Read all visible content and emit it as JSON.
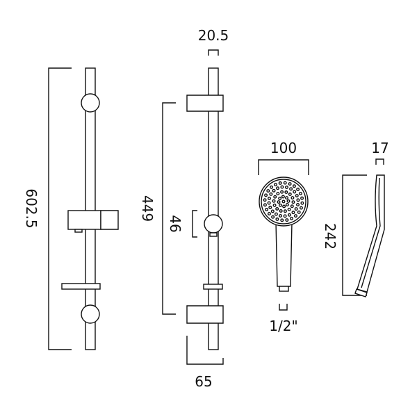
{
  "dimensions": {
    "rail_height": "602.5",
    "rail_diameter": "20.5",
    "bracket_centres": "449",
    "slider_height": "46",
    "bracket_projection": "65",
    "head_diameter": "100",
    "head_depth": "17",
    "handset_length": "242",
    "connection_size": "1/2\""
  },
  "colors": {
    "line": "#111111",
    "background": "#ffffff"
  }
}
